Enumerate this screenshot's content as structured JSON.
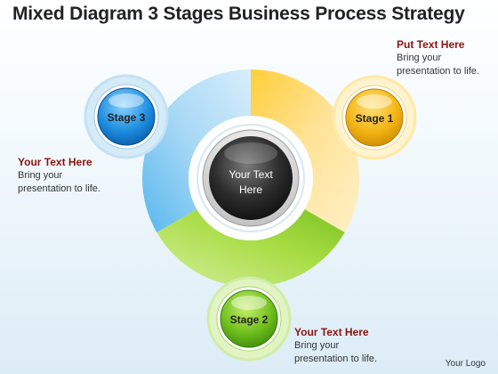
{
  "title": "Mixed Diagram 3 Stages Business Process Strategy",
  "center": {
    "line1": "Your Text",
    "line2": "Here"
  },
  "stages": [
    {
      "label": "Stage 1",
      "color": "#f3b514"
    },
    {
      "label": "Stage 2",
      "color": "#6fbf1d"
    },
    {
      "label": "Stage 3",
      "color": "#1e8ee0"
    }
  ],
  "callouts": {
    "top_right": {
      "heading": "Put Text Here",
      "line1": "Bring your",
      "line2": "presentation to life."
    },
    "left": {
      "heading": "Your Text Here",
      "line1": "Bring your",
      "line2": "presentation to life."
    },
    "bottom": {
      "heading": "Your Text Here",
      "line1": "Bring your",
      "line2": "presentation to life."
    }
  },
  "logo": "Your Logo"
}
